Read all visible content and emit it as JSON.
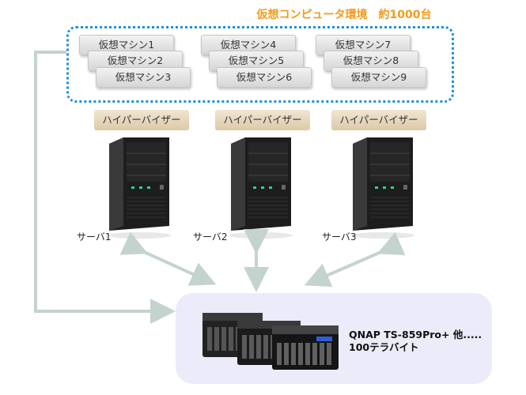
{
  "title": "仮想コンピュータ環境　約1000台",
  "vm_groups": [
    [
      "仮想マシン1",
      "仮想マシン2",
      "仮想マシン3"
    ],
    [
      "仮想マシン4",
      "仮想マシン5",
      "仮想マシン6"
    ],
    [
      "仮想マシン7",
      "仮想マシン8",
      "仮想マシン9"
    ]
  ],
  "hypervisor_label": "ハイパーバイザー",
  "servers": [
    "サーバ1",
    "サーバ2",
    "サーバ3"
  ],
  "nas": {
    "line1": "QNAP TS-859Pro+ 他.....",
    "line2": "100テラバイト"
  },
  "colors": {
    "title": "#f39a1a",
    "dotted_border": "#1f8fe0",
    "arrow": "#c5d3cf",
    "nas_background": "#ecebfa"
  }
}
